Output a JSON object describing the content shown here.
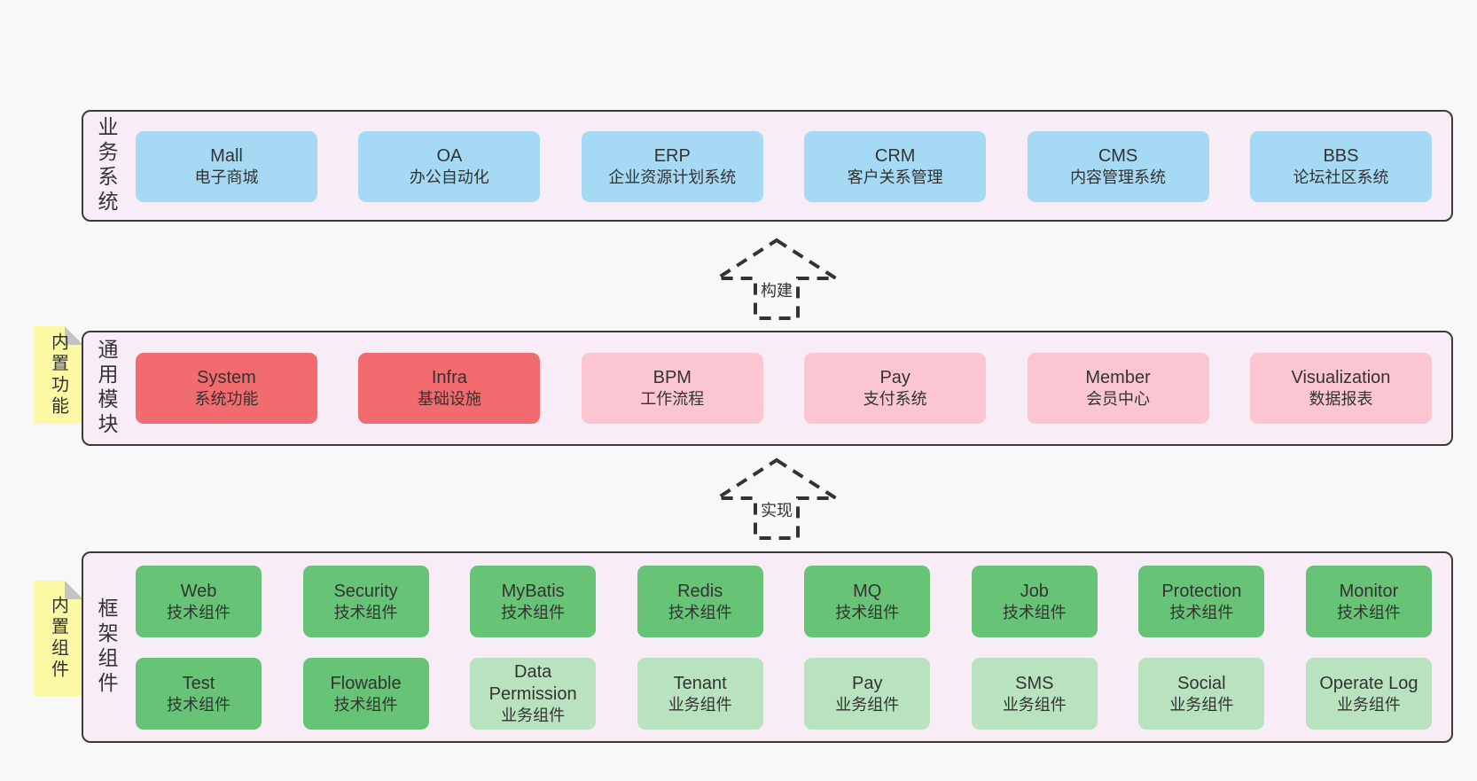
{
  "diagram": {
    "background": "#f8f8f8",
    "colors": {
      "band_fill": "#f8edf6",
      "band_border": "#3b3b3b",
      "blue": "#a6d9f3",
      "red": "#f26b6e",
      "pink": "#fbc6d1",
      "green": "#67c476",
      "light_green": "#b9e2be",
      "note_yellow": "#fbf9a4",
      "note_fold_gray": "#c3c3c3",
      "text": "#333333"
    },
    "bands": [
      {
        "label": "业务系统",
        "boxes": [
          {
            "en": "Mall",
            "zh": "电子商城",
            "type": "blue"
          },
          {
            "en": "OA",
            "zh": "办公自动化",
            "type": "blue"
          },
          {
            "en": "ERP",
            "zh": "企业资源计划系统",
            "type": "blue"
          },
          {
            "en": "CRM",
            "zh": "客户关系管理",
            "type": "blue"
          },
          {
            "en": "CMS",
            "zh": "内容管理系统",
            "type": "blue"
          },
          {
            "en": "BBS",
            "zh": "论坛社区系统",
            "type": "blue"
          }
        ]
      },
      {
        "label": "通用模块",
        "note": "内置功能",
        "boxes": [
          {
            "en": "System",
            "zh": "系统功能",
            "type": "red"
          },
          {
            "en": "Infra",
            "zh": "基础设施",
            "type": "red"
          },
          {
            "en": "BPM",
            "zh": "工作流程",
            "type": "pink"
          },
          {
            "en": "Pay",
            "zh": "支付系统",
            "type": "pink"
          },
          {
            "en": "Member",
            "zh": "会员中心",
            "type": "pink"
          },
          {
            "en": "Visualization",
            "zh": "数据报表",
            "type": "pink"
          }
        ]
      },
      {
        "label": "框架组件",
        "note": "内置组件",
        "rows": [
          {
            "boxes": [
              {
                "en": "Web",
                "zh": "技术组件",
                "type": "green"
              },
              {
                "en": "Security",
                "zh": "技术组件",
                "type": "green"
              },
              {
                "en": "MyBatis",
                "zh": "技术组件",
                "type": "green"
              },
              {
                "en": "Redis",
                "zh": "技术组件",
                "type": "green"
              },
              {
                "en": "MQ",
                "zh": "技术组件",
                "type": "green"
              },
              {
                "en": "Job",
                "zh": "技术组件",
                "type": "green"
              },
              {
                "en": "Protection",
                "zh": "技术组件",
                "type": "green"
              },
              {
                "en": "Monitor",
                "zh": "技术组件",
                "type": "green"
              }
            ]
          },
          {
            "boxes": [
              {
                "en": "Test",
                "zh": "技术组件",
                "type": "green"
              },
              {
                "en": "Flowable",
                "zh": "技术组件",
                "type": "green"
              },
              {
                "en": "Data Permission",
                "zh": "业务组件",
                "type": "lightgreen"
              },
              {
                "en": "Tenant",
                "zh": "业务组件",
                "type": "lightgreen"
              },
              {
                "en": "Pay",
                "zh": "业务组件",
                "type": "lightgreen"
              },
              {
                "en": "SMS",
                "zh": "业务组件",
                "type": "lightgreen"
              },
              {
                "en": "Social",
                "zh": "业务组件",
                "type": "lightgreen"
              },
              {
                "en": "Operate Log",
                "zh": "业务组件",
                "type": "lightgreen"
              }
            ]
          }
        ]
      }
    ],
    "arrows": [
      {
        "label": "构建"
      },
      {
        "label": "实现"
      }
    ]
  }
}
